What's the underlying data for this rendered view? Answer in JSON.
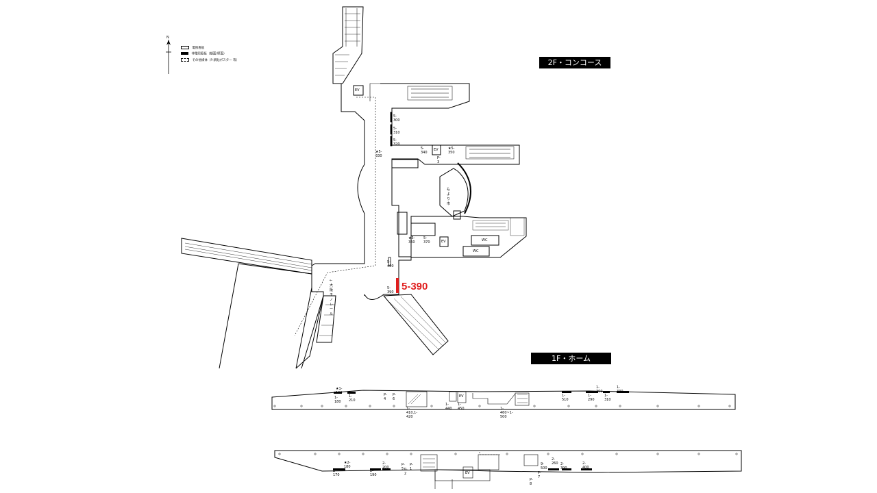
{
  "legend": {
    "north": "N",
    "items": [
      {
        "label": "電照看板"
      },
      {
        "label": "非電照看板（額面/壁面）"
      },
      {
        "label": "その他媒体（P:駅貼ポスター 等）"
      }
    ]
  },
  "floors": {
    "concourse": "2F・コンコース",
    "platform": "1F・ホーム"
  },
  "highlight": {
    "label": "5-390",
    "color": "#e01e1e"
  },
  "concourse_labels": {
    "s300": "5-300",
    "s310": "5-310",
    "s320": "5-320",
    "s330": "★5-330",
    "s340": "5-340",
    "s350": "★5-350",
    "s360": "★5-360",
    "s370": "5-370",
    "s400": "5-400",
    "s390": "5-390",
    "p3": "P-3",
    "ev1": "EV",
    "ev2": "EV",
    "ev3": "EV",
    "wc1": "WC",
    "wc2": "WC",
    "shop": "もより市",
    "monorail": "←大阪モノレール"
  },
  "platform1_labels": {
    "l190": "★1-190",
    "l180": "1-180",
    "l210": "1-210",
    "p4": "P-4",
    "p6": "P-6",
    "l410": "1-410,1-420",
    "l440": "1-440",
    "l450": "1-450",
    "ev": "EV",
    "l460": "1-460~1-500",
    "l510": "1-510",
    "l300": "1-300",
    "l330": "1-330",
    "l290": "1-290",
    "l310": "1-310"
  },
  "platform2_labels": {
    "l180": "★2-180",
    "l170": "2-170",
    "l190": "2-190",
    "l200": "2-200",
    "p5": "P-5",
    "p1": "P-1",
    "p2": "P-2",
    "ev": "EV",
    "l260": "2-260",
    "l500": "9-500",
    "l390": "2-390",
    "l400": "2-400",
    "p7": "P-7",
    "p8": "P-8"
  }
}
